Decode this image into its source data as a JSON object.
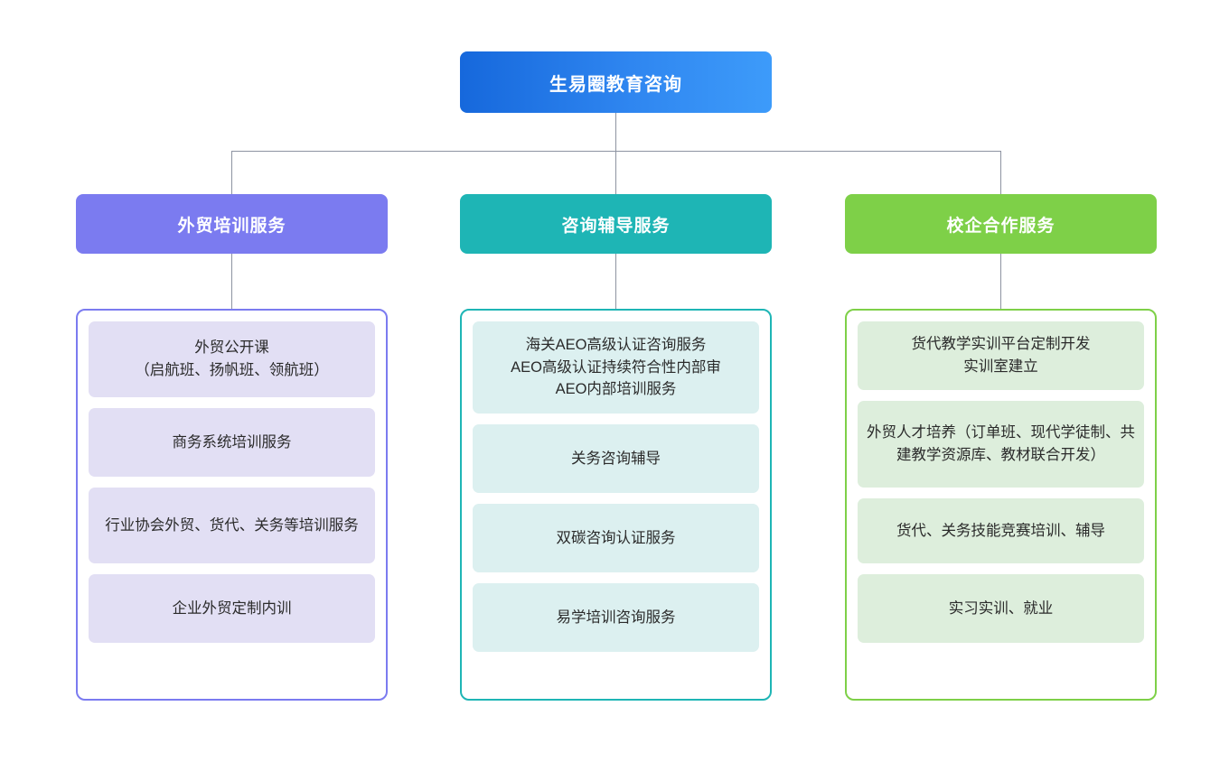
{
  "diagram": {
    "type": "org-chart",
    "orientation": "top-down",
    "levels": 3,
    "connector_color": "#8d93a1"
  },
  "root": {
    "label": "生易圈教育咨询",
    "gradient_from": "#1668dc",
    "gradient_to": "#3d9bfa",
    "text_color": "#ffffff"
  },
  "branches": [
    {
      "label": "外贸培训服务",
      "header_color": "#7b7bf0",
      "panel_border_color": "#7b7bf0",
      "leaf_color": "#e2dff4",
      "items": [
        "外贸公开课\n（启航班、扬帆班、领航班）",
        "商务系统培训服务",
        "行业协会外贸、货代、关务等培训服务",
        "企业外贸定制内训"
      ]
    },
    {
      "label": "咨询辅导服务",
      "header_color": "#1eb5b5",
      "panel_border_color": "#1eb5b5",
      "leaf_color": "#dcf0f0",
      "items": [
        "海关AEO高级认证咨询服务\nAEO高级认证持续符合性内部审\nAEO内部培训服务",
        "关务咨询辅导",
        "双碳咨询认证服务",
        "易学培训咨询服务"
      ]
    },
    {
      "label": "校企合作服务",
      "header_color": "#7ed048",
      "panel_border_color": "#7ed048",
      "leaf_color": "#ddeedc",
      "items": [
        "货代教学实训平台定制开发\n实训室建立",
        "外贸人才培养（订单班、现代学徒制、共建教学资源库、教材联合开发）",
        "货代、关务技能竞赛培训、辅导",
        "实习实训、就业"
      ]
    }
  ]
}
